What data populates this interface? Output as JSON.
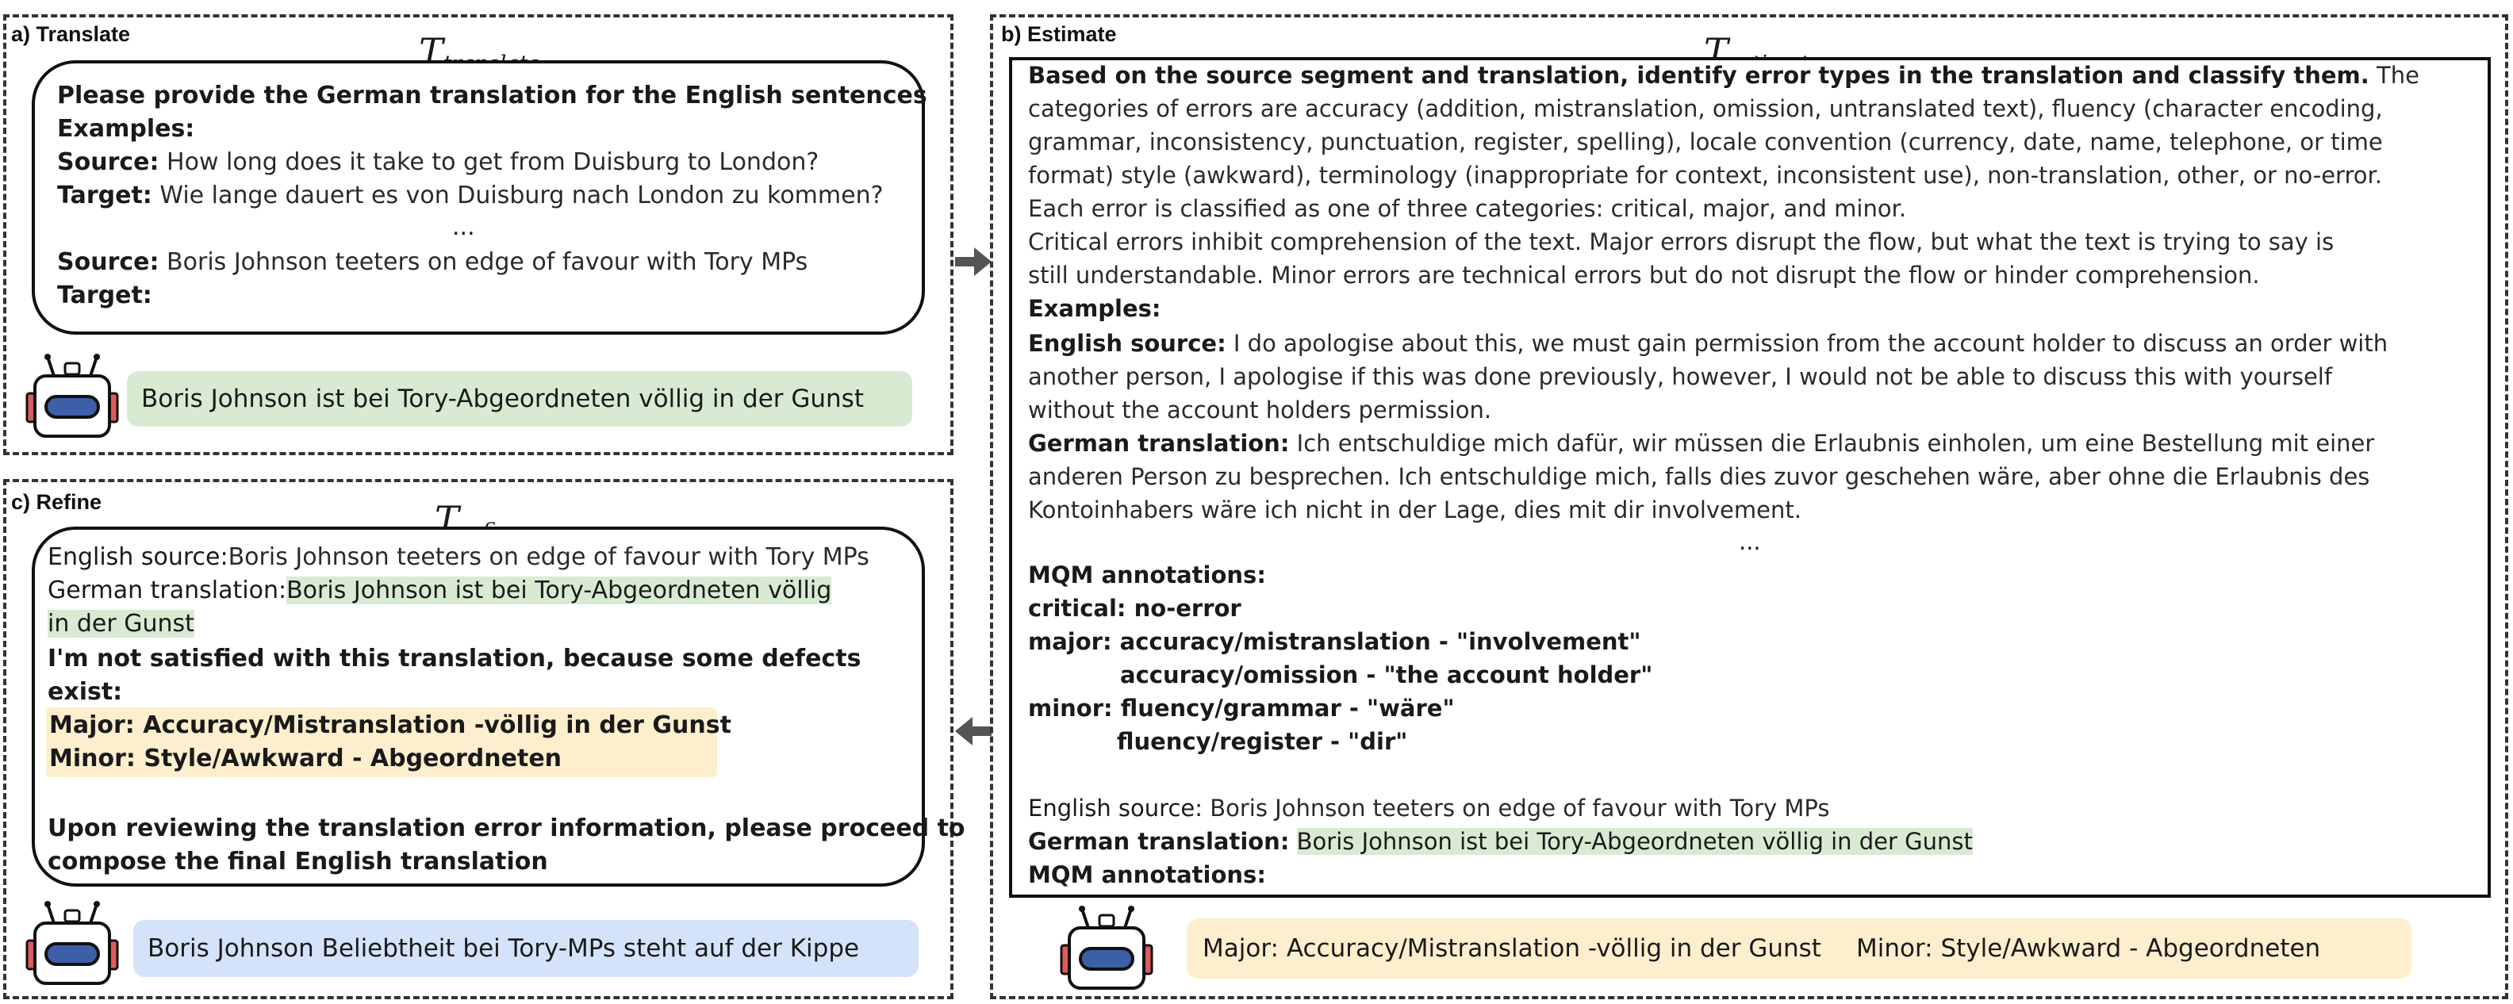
{
  "panels": {
    "translate": {
      "label": "a) Translate",
      "tau": "T",
      "tau_sub": "translate",
      "instruction": "Please provide the German translation for the English sentences",
      "examples_label": "Examples:",
      "source_label": "Source:",
      "target_label": "Target:",
      "example_source": "How long does it take to get from Duisburg to London?",
      "example_target": "Wie lange dauert es von Duisburg nach London zu kommen?",
      "ellipsis": "...",
      "query_source": "Boris Johnson teeters on edge of favour with Tory MPs",
      "output": "Boris Johnson ist bei Tory-Abgeordneten völlig in der Gunst"
    },
    "refine": {
      "label": "c) Refine",
      "tau": "T",
      "tau_sub": "refine",
      "english_label": "English source:",
      "english_text": "Boris Johnson teeters on edge of favour with Tory MPs",
      "german_label": "German translation:",
      "german_text_1": "Boris Johnson ist bei Tory-Abgeordneten völlig",
      "german_text_2": "in der Gunst",
      "dissatisfied_1": "I'm not satisfied with this translation, because some defects",
      "dissatisfied_2": "exist:",
      "major": "Major: Accuracy/Mistranslation -völlig in der Gunst",
      "minor": "Minor: Style/Awkward - Abgeordneten",
      "instruction_1": "Upon reviewing the translation error information, please proceed to",
      "instruction_2": "compose the final English translation",
      "output": "Boris Johnson Beliebtheit bei Tory-MPs steht auf der Kippe"
    },
    "estimate": {
      "label": "b) Estimate",
      "tau": "T",
      "tau_sub": "estimate",
      "line1_bold": "Based on the source segment and translation, identify error types in the translation and classify them.",
      "line1_rest": " The",
      "line2": "categories of errors are accuracy (addition, mistranslation, omission, untranslated text), fluency (character encoding,",
      "line3": "grammar, inconsistency, punctuation, register, spelling), locale convention (currency, date, name, telephone, or time",
      "line4": "format) style (awkward), terminology (inappropriate for context, inconsistent use), non-translation, other, or no-error.",
      "line5": "Each error is classified as one of three categories: critical, major, and minor.",
      "line6": "Critical errors inhibit comprehension of the text. Major errors disrupt the flow, but what the text is trying to say is",
      "line7": "still understandable. Minor errors are technical errors but do not disrupt the flow or hinder comprehension.",
      "examples_label": "Examples:",
      "ex_src_label": "English source:",
      "ex_src_1": "I do apologise about this, we must gain permission from the account holder to discuss an order with",
      "ex_src_2": "another person, I apologise if this was done previously, however, I would not be able to discuss this with yourself",
      "ex_src_3": "without the account holders permission.",
      "ex_tgt_label": "German translation:",
      "ex_tgt_1": "Ich entschuldige mich dafür, wir müssen die Erlaubnis einholen, um eine Bestellung mit einer",
      "ex_tgt_2": "anderen Person zu besprechen. Ich entschuldige mich, falls dies zuvor geschehen wäre, aber ohne die Erlaubnis des",
      "ex_tgt_3": "Kontoinhabers wäre ich nicht in der Lage, dies mit dir involvement.",
      "ellipsis": "...",
      "mqm_label": "MQM annotations:",
      "critical": "critical: no-error",
      "major_1": "major: accuracy/mistranslation - \"involvement\"",
      "major_2": "accuracy/omission - \"the account holder\"",
      "minor_1": "minor: fluency/grammar - \"wäre\"",
      "minor_2": "fluency/register - \"dir\"",
      "q_src_label": "English source:",
      "q_src": "Boris Johnson teeters on edge of favour with Tory MPs",
      "q_tgt_label": "German translation:",
      "q_tgt": "Boris Johnson ist bei Tory-Abgeordneten völlig in der Gunst",
      "q_mqm": "MQM annotations:",
      "output_major": "Major: Accuracy/Mistranslation -völlig in der Gunst",
      "output_minor": "Minor: Style/Awkward - Abgeordneten"
    }
  },
  "colors": {
    "green_highlight": "#d9ead3",
    "yellow_highlight": "#fdefcd",
    "blue_highlight": "#d5e3fa",
    "robot_accent": "#e05a5a",
    "robot_visor": "#3d5fa8"
  },
  "icons": [
    "robot-icon",
    "arrow-right-icon",
    "arrow-left-icon"
  ]
}
